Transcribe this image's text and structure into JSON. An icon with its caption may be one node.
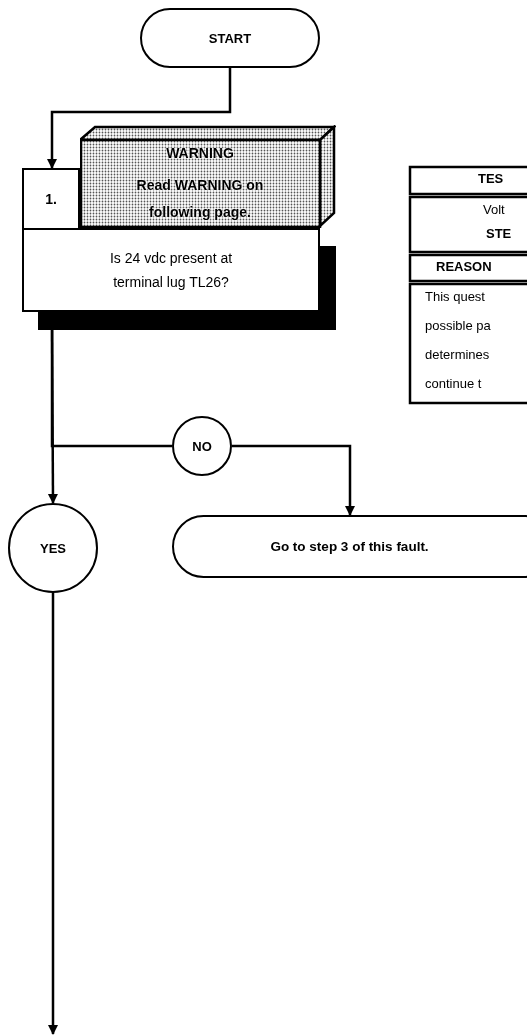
{
  "diagram": {
    "nodes": [
      {
        "text": [
          "START"
        ]
      },
      {
        "text": [
          "Is 24 vdc present at terminal lug TL26?"
        ],
        "beside": [
          "1."
        ]
      },
      {
        "text": [
          "WARNING",
          "Read WARNING on following page."
        ]
      },
      {
        "text": [
          "NO"
        ]
      },
      {
        "text": [
          "YES"
        ]
      },
      {
        "text": [
          "Go to step 3 of this fault."
        ]
      }
    ],
    "edges": [
      {
        "from": 0,
        "to": 1,
        "arrow": "to"
      },
      {
        "from": 1,
        "to": 3,
        "arrow": "none"
      },
      {
        "from": 1,
        "to": 4,
        "arrow": "to"
      },
      {
        "from": 3,
        "to": 5,
        "arrow": "to"
      },
      {
        "from": 4,
        "to": null,
        "arrow": "to"
      }
    ],
    "labels": [
      "TES",
      "Volt",
      "STE",
      "REASON",
      "This quest",
      "possible pa",
      "determines",
      "continue t"
    ]
  }
}
